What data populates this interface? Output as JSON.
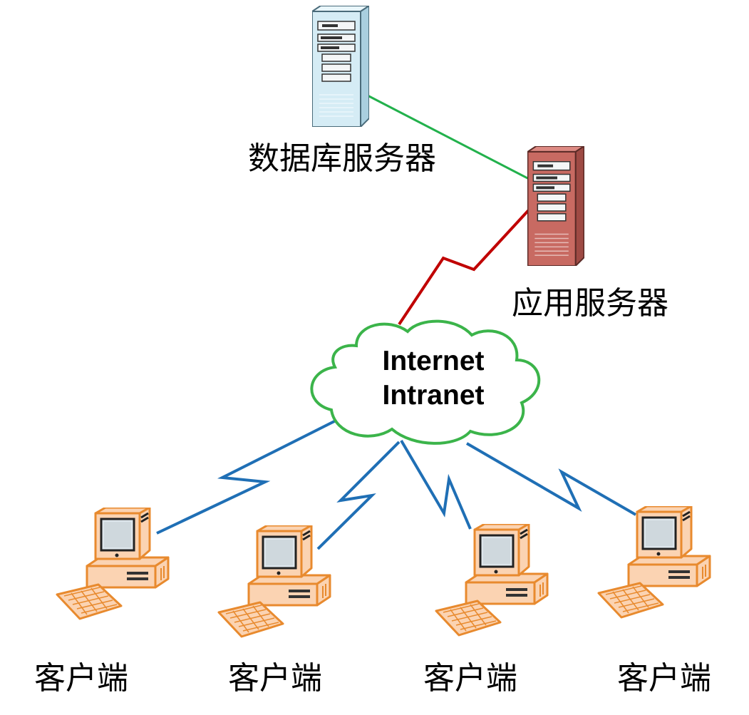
{
  "nodes": {
    "db_server": {
      "label": "数据库服务器"
    },
    "app_server": {
      "label": "应用服务器"
    },
    "network": {
      "line1": "Internet",
      "line2": "Intranet"
    },
    "clients": [
      {
        "label": "客户端"
      },
      {
        "label": "客户端"
      },
      {
        "label": "客户端"
      },
      {
        "label": "客户端"
      }
    ]
  },
  "colors": {
    "db_link": "#22b14c",
    "app_link": "#c00000",
    "client_link": "#1f6fb5",
    "cloud_stroke": "#3bb44a",
    "db_server_fill": "#d5ecf5",
    "app_server_fill": "#c86a62",
    "computer_fill": "#fbd3b2",
    "computer_stroke": "#e88a2e"
  },
  "icons": {
    "db_server": "server-tower-icon",
    "app_server": "server-tower-icon",
    "network": "cloud-icon",
    "client": "desktop-computer-icon"
  }
}
